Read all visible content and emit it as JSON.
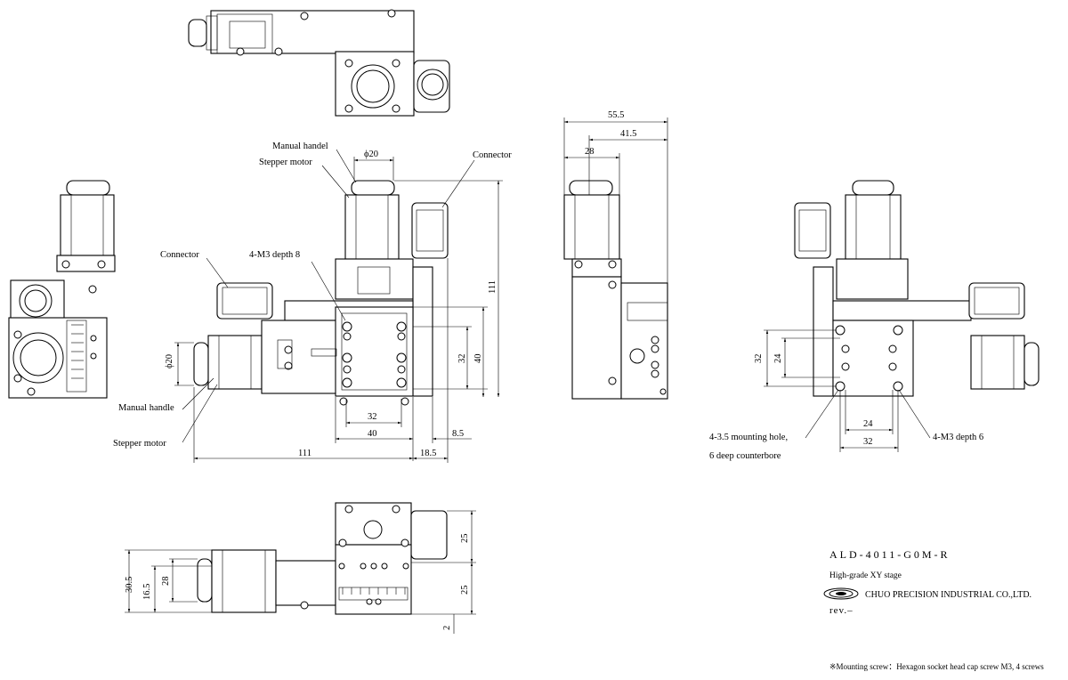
{
  "callouts": {
    "manual_handel": "Manual handel",
    "stepper_motor_top": "Stepper motor",
    "connector_top": "Connector",
    "connector_left": "Connector",
    "m3_depth_8": "4-M3 depth 8",
    "manual_handle_left": "Manual handle",
    "stepper_motor_left": "Stepper motor",
    "mounting_hole_line1": "4-3.5 mounting hole,",
    "mounting_hole_line2": "6 deep counterbore",
    "m3_depth_6": "4-M3 depth 6"
  },
  "dimensions": {
    "phi20_top": "ϕ20",
    "phi20_left": "ϕ20",
    "d111_vertical": "111",
    "d32_vertical": "32",
    "d40_vertical": "40",
    "d32_horizontal": "32",
    "d40_horizontal": "40",
    "d8_5": "8.5",
    "d111_horizontal": "111",
    "d18_5": "18.5",
    "d55_5": "55.5",
    "d41_5": "41.5",
    "d28_side": "28",
    "d32_right_vertical": "32",
    "d24_right_vertical": "24",
    "d24_right_horizontal": "24",
    "d32_right_horizontal": "32",
    "d30_5": "30.5",
    "d16_5": "16.5",
    "d28_bottom": "28",
    "d25_upper": "25",
    "d25_lower": "25",
    "d2": "2"
  },
  "title_block": {
    "model": "ALD-4011-G0M-R",
    "description": "High-grade XY stage",
    "company": "CHUO PRECISION INDUSTRIAL CO.,LTD.",
    "revision": "rev.–"
  },
  "footnote": "※Mounting screw：Hexagon socket head cap screw M3, 4 screws"
}
